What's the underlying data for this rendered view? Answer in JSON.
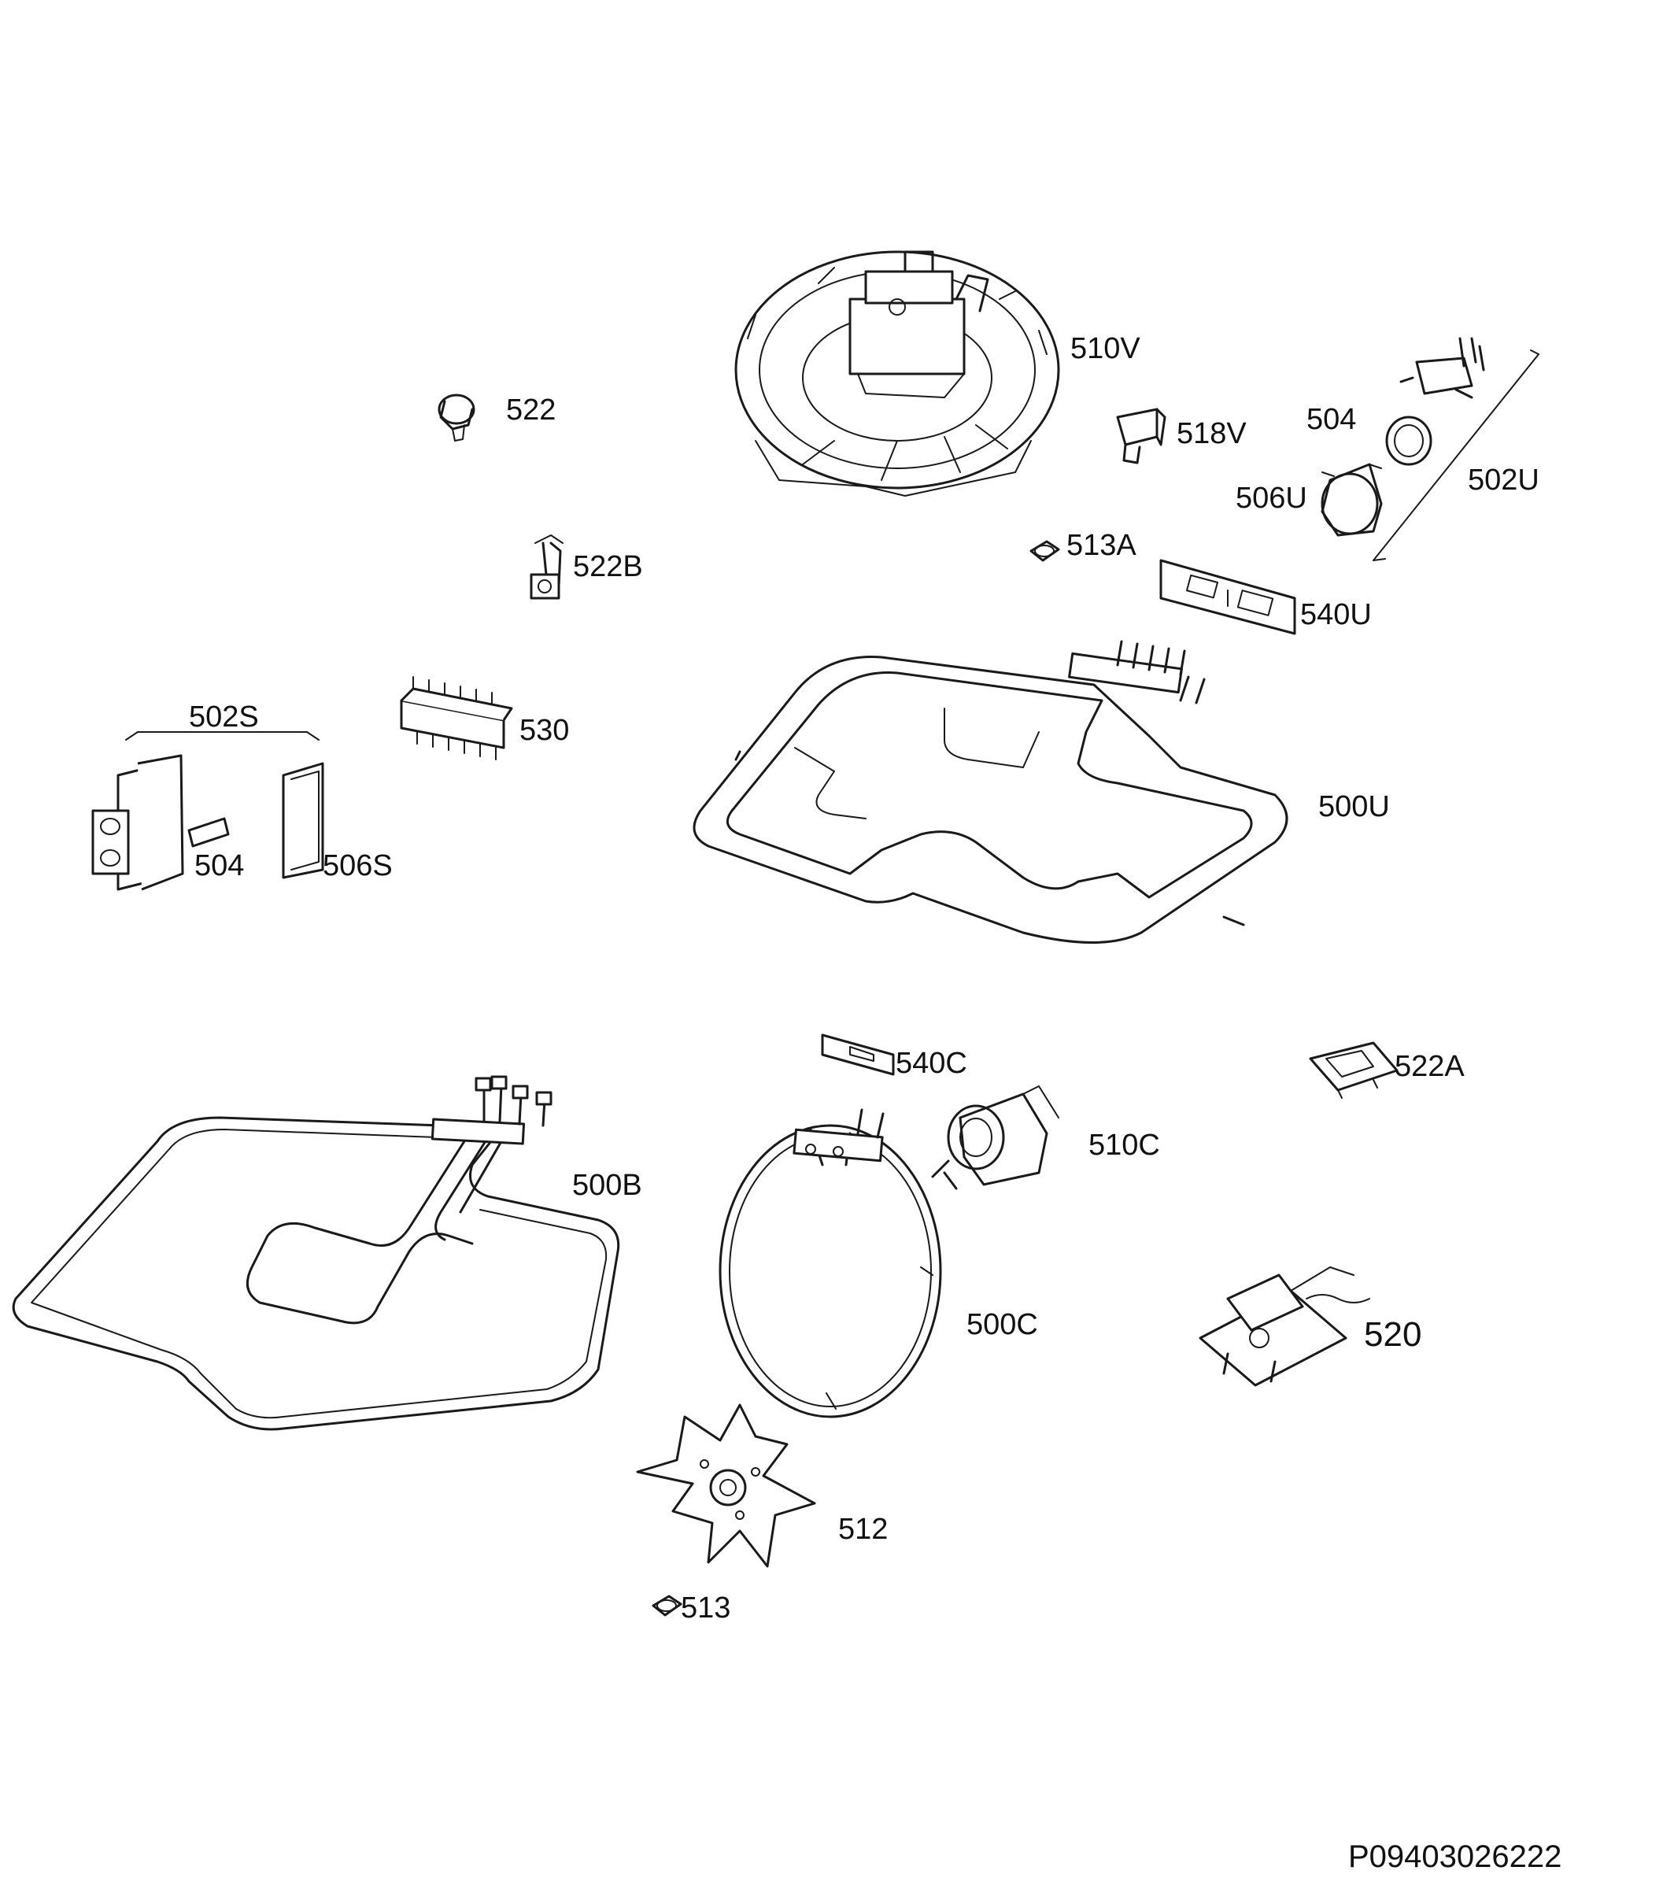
{
  "labels": {
    "l510V": "510V",
    "l522": "522",
    "l518V": "518V",
    "l504a": "504",
    "l506U": "506U",
    "l502U": "502U",
    "l513A": "513A",
    "l522B": "522B",
    "l540U": "540U",
    "l502S": "502S",
    "l530": "530",
    "l500U": "500U",
    "l504b": "504",
    "l506S": "506S",
    "l540C": "540C",
    "l522A": "522A",
    "l510C": "510C",
    "l500B": "500B",
    "l500C": "500C",
    "l520": "520",
    "l512": "512",
    "l513": "513"
  },
  "document_number": "P09403026222"
}
